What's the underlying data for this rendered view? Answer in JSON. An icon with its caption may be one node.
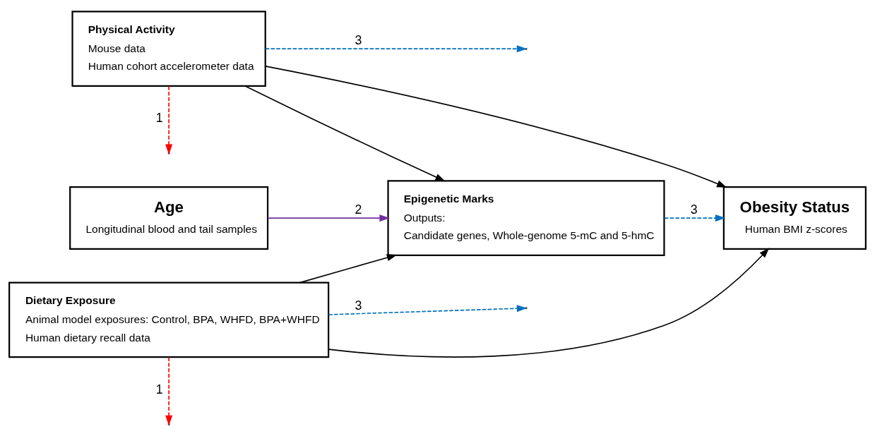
{
  "diagram": {
    "nodes": [
      {
        "text": [
          "Physical Activity",
          "Mouse data",
          "Human cohort accelerometer data"
        ]
      },
      {
        "text": [
          "Age",
          "Longitudinal blood and tail samples"
        ]
      },
      {
        "text": [
          "Epigenetic Marks",
          "Outputs:",
          "Candidate genes, Whole-genome 5-mC and 5-hmC"
        ]
      },
      {
        "text": [
          "Obesity Status",
          "Human BMI z-scores"
        ]
      },
      {
        "text": [
          "Dietary Exposure",
          "Animal model exposures: Control, BPA, WHFD, BPA+WHFD",
          "Human dietary recall data"
        ]
      }
    ],
    "edges": [
      {
        "from": 0,
        "to": 3,
        "arrow": "to"
      },
      {
        "from": 0,
        "to": 2,
        "arrow": "to"
      },
      {
        "from": 0,
        "to": null,
        "arrow": "to",
        "label": "3",
        "style": "dashed",
        "color": "#0070c0"
      },
      {
        "from": 1,
        "to": 2,
        "arrow": "to",
        "label": "2",
        "color": "#7030a0"
      },
      {
        "from": 4,
        "to": null,
        "arrow": "to",
        "label": "3",
        "style": "dashed",
        "color": "#0070c0"
      },
      {
        "from": 0,
        "to": null,
        "arrow": "to",
        "label": "1",
        "style": "dashed",
        "color": "#ff0000"
      },
      {
        "from": 2,
        "to": 3,
        "arrow": "to",
        "label": "3",
        "style": "dashed",
        "color": "#0070c0"
      },
      {
        "from": 4,
        "to": null,
        "arrow": "to",
        "label": "1",
        "style": "dashed",
        "color": "#ff0000"
      },
      {
        "from": 4,
        "to": 2,
        "arrow": "to"
      },
      {
        "from": 4,
        "to": 3,
        "arrow": "to"
      }
    ]
  }
}
